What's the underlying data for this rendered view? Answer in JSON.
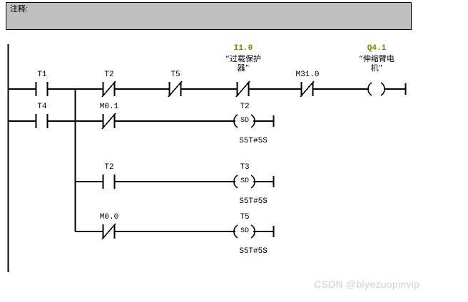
{
  "comment": {
    "label": "注释:",
    "value": ""
  },
  "watermark": "CSDN @biyezuopinvip",
  "colors": {
    "symbol_label": "#808000",
    "wire": "#000000",
    "comment_background": "#c0c0c0",
    "canvas_background": "#ffffff",
    "watermark": "#d0d0d0"
  },
  "network": {
    "rungs": [
      {
        "id": "rung-1",
        "elements": [
          {
            "type": "contact-no",
            "operand": "T1",
            "symbol": "",
            "symbol_text": ""
          },
          {
            "type": "contact-nc",
            "operand": "T2",
            "symbol": "",
            "symbol_text": ""
          },
          {
            "type": "contact-nc",
            "operand": "T5",
            "symbol": "",
            "symbol_text": ""
          },
          {
            "type": "contact-nc",
            "operand": "I1.0",
            "symbol": "I1.0",
            "symbol_text": "“过载保护器”"
          },
          {
            "type": "contact-nc",
            "operand": "M31.0",
            "symbol": "",
            "symbol_text": ""
          },
          {
            "type": "coil",
            "operand": "Q4.1",
            "symbol": "Q4.1",
            "symbol_text": "“伸缩臂电机”"
          }
        ]
      },
      {
        "id": "rung-2-branch",
        "elements": [
          {
            "type": "contact-no",
            "operand": "T4",
            "symbol": "",
            "symbol_text": ""
          }
        ]
      },
      {
        "id": "rung-3",
        "elements": [
          {
            "type": "contact-nc",
            "operand": "M0.1",
            "symbol": "",
            "symbol_text": ""
          },
          {
            "type": "coil-sd",
            "operand": "T2",
            "coil_text": "SD",
            "preset": "S5T#5S"
          }
        ]
      },
      {
        "id": "rung-4",
        "elements": [
          {
            "type": "contact-no",
            "operand": "T2",
            "symbol": "",
            "symbol_text": ""
          },
          {
            "type": "coil-sd",
            "operand": "T3",
            "coil_text": "SD",
            "preset": "S5T#5S"
          }
        ]
      },
      {
        "id": "rung-5",
        "elements": [
          {
            "type": "contact-nc",
            "operand": "M0.0",
            "symbol": "",
            "symbol_text": ""
          },
          {
            "type": "coil-sd",
            "operand": "T5",
            "coil_text": "SD",
            "preset": "S5T#5S"
          }
        ]
      }
    ],
    "labels": {
      "t1": "T1",
      "t2_rung1": "T2",
      "t5_rung1": "T5",
      "i1_0": "I1.0",
      "i1_0_sym_line1": "“过载保护",
      "i1_0_sym_line2": "器”",
      "m31_0": "M31.0",
      "q4_1": "Q4.1",
      "q4_1_sym_line1": "“伸缩臂电",
      "q4_1_sym_line2": "机”",
      "t4": "T4",
      "m0_1": "M0.1",
      "t2_coil": "T2",
      "t2_preset": "S5T#5S",
      "t2_contact_r4": "T2",
      "t3_coil": "T3",
      "t3_preset": "S5T#5S",
      "m0_0": "M0.0",
      "t5_coil": "T5",
      "t5_preset": "S5T#5S",
      "sd": "SD"
    }
  }
}
